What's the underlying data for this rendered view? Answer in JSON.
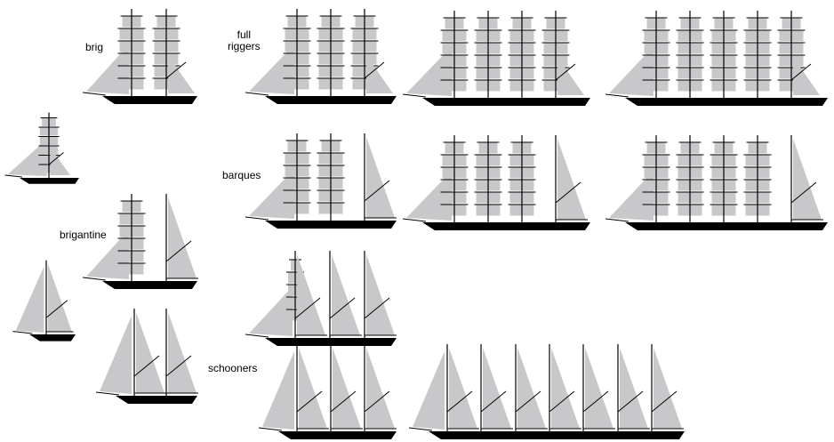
{
  "labels": {
    "brig": "brig",
    "full_line1": "full",
    "full_line2": "riggers",
    "barques": "barques",
    "brigantine": "brigantine",
    "schooners": "schooners"
  },
  "colors": {
    "sail": "#c8c8cb",
    "hull": "#000000",
    "rigging": "#000000",
    "background": "#ffffff"
  },
  "ships": [
    {
      "type": "brig",
      "masts": [
        "square",
        "square"
      ]
    },
    {
      "type": "full-rigger",
      "masts": [
        "square",
        "square",
        "square"
      ]
    },
    {
      "type": "full-rigger",
      "masts": [
        "square",
        "square",
        "square",
        "square"
      ]
    },
    {
      "type": "full-rigger",
      "masts": [
        "square",
        "square",
        "square",
        "square",
        "square"
      ]
    },
    {
      "type": "topsail-brig",
      "masts": [
        "square"
      ]
    },
    {
      "type": "barque",
      "masts": [
        "square",
        "square",
        "fore-aft"
      ]
    },
    {
      "type": "barque",
      "masts": [
        "square",
        "square",
        "square",
        "fore-aft"
      ]
    },
    {
      "type": "barque",
      "masts": [
        "square",
        "square",
        "square",
        "square",
        "fore-aft"
      ]
    },
    {
      "type": "brigantine",
      "masts": [
        "square",
        "fore-aft"
      ]
    },
    {
      "type": "sloop",
      "masts": [
        "fore-aft"
      ]
    },
    {
      "type": "topsail-schooner",
      "masts": [
        "topsail",
        "fore-aft",
        "fore-aft"
      ]
    },
    {
      "type": "schooner",
      "masts": [
        "fore-aft",
        "fore-aft"
      ]
    },
    {
      "type": "schooner",
      "masts": [
        "fore-aft",
        "fore-aft",
        "fore-aft"
      ]
    },
    {
      "type": "schooner",
      "masts": [
        "fore-aft",
        "fore-aft",
        "fore-aft",
        "fore-aft",
        "fore-aft",
        "fore-aft",
        "fore-aft"
      ]
    }
  ]
}
